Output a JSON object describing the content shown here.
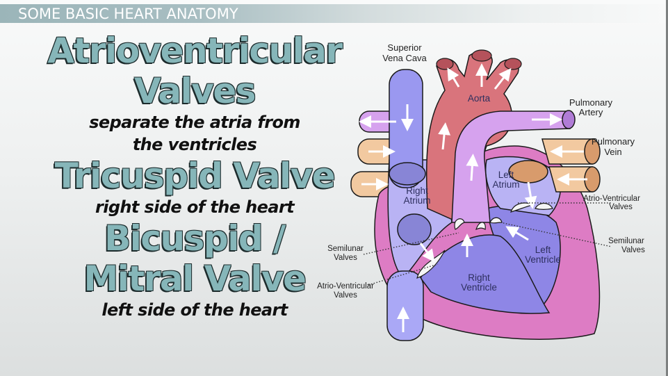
{
  "header": {
    "title": "SOME BASIC HEART ANATOMY"
  },
  "text_panel": {
    "blocks": [
      {
        "heading": [
          "Atrioventricular",
          "Valves"
        ],
        "caption": [
          "separate the atria from",
          "the ventricles"
        ]
      },
      {
        "heading": [
          "Tricuspid Valve"
        ],
        "caption": [
          "right side of the heart"
        ]
      },
      {
        "heading": [
          "Bicuspid /",
          "Mitral Valve"
        ],
        "caption": [
          "left side of the heart"
        ]
      }
    ]
  },
  "diagram": {
    "labels": {
      "superior_vena_cava": [
        "Superior",
        "Vena Cava"
      ],
      "aorta": "Aorta",
      "pulmonary_artery": [
        "Pulmonary",
        "Artery"
      ],
      "pulmonary_vein": [
        "Pulmonary",
        "Vein"
      ],
      "left_atrium": [
        "Left",
        "Atrium"
      ],
      "right_atrium": [
        "Right",
        "Atrium"
      ],
      "av_valves_right": [
        "Atrio-Ventricular",
        "Valves"
      ],
      "semilunar_right": [
        "Semilunar",
        "Valves"
      ],
      "semilunar_left": [
        "Semilunar",
        "Valves"
      ],
      "av_valves_left": [
        "Atrio-Ventricular",
        "Valves"
      ],
      "left_ventricle": [
        "Left",
        "Ventricle"
      ],
      "right_ventricle": [
        "Right",
        "Ventricle"
      ]
    },
    "colors": {
      "vena_cava": "#9a98f0",
      "aorta": "#d9747c",
      "pulmonary_artery": "#d6a2ee",
      "pulmonary_vein": "#f2c9a0",
      "heart_wall": "#dd7cc4",
      "chamber_right": "#b9b3f4",
      "ventricle": "#8e86e6",
      "valve": "#f5f5f5"
    }
  }
}
